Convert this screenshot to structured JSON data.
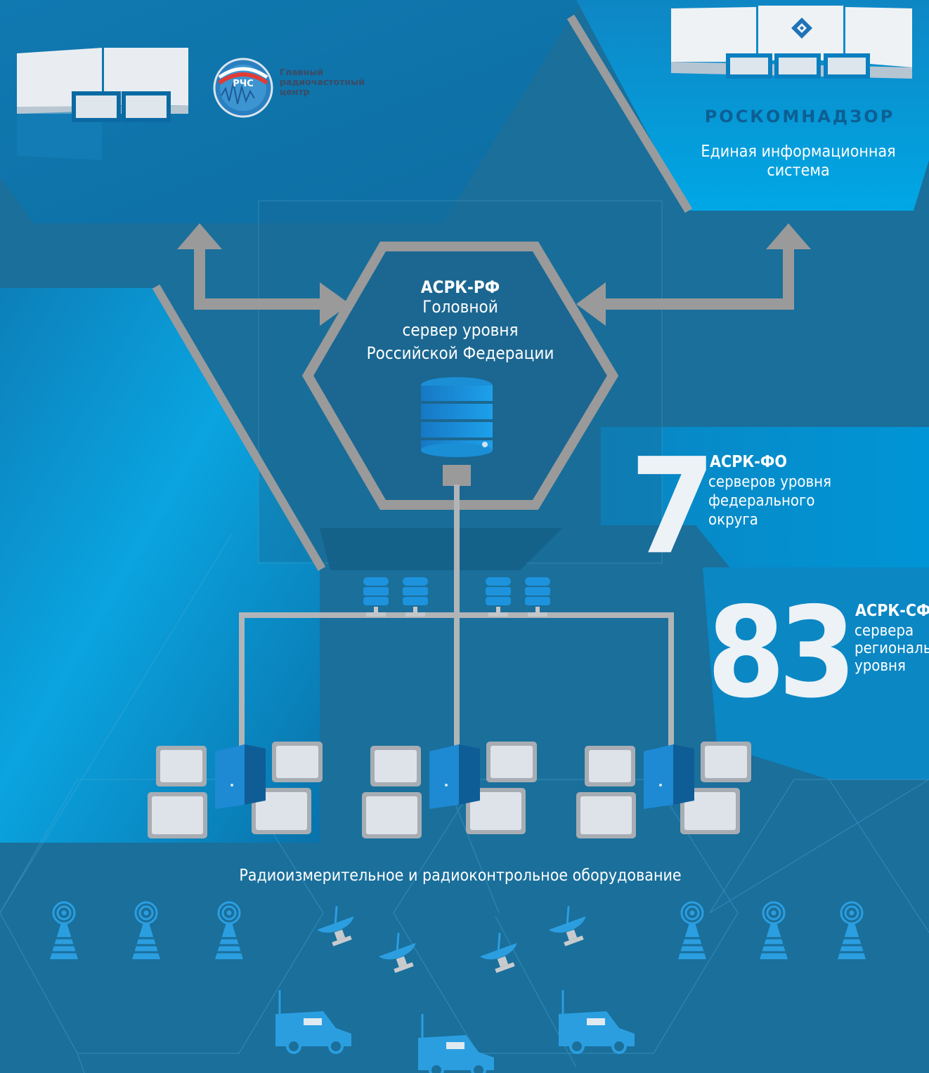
{
  "organizations": {
    "rchs": {
      "logo_text": "РЧС",
      "name_lines": [
        "Главный",
        "радиочастотный",
        "центр"
      ]
    },
    "roskomnadzor": {
      "name": "РОСКОМНАДЗОР",
      "system_lines": [
        "Единая информационная",
        "система"
      ]
    }
  },
  "central_server": {
    "title": "АСРК-РФ",
    "lines": [
      "Головной",
      "сервер уровня",
      "Российской Федерации"
    ]
  },
  "federal_level": {
    "count": "7",
    "title": "АСРК-ФО",
    "lines": [
      "серверов уровня",
      "федерального",
      "округа"
    ]
  },
  "regional_level": {
    "count": "83",
    "title": "АСРК-СФ",
    "lines": [
      "сервера",
      "регионального",
      "уровня"
    ]
  },
  "equipment_label": "Радиоизмерительное и радиоконтрольное оборудование",
  "icons": {
    "tower": "radio-tower-icon",
    "dish": "satellite-dish-icon",
    "van": "mobile-monitoring-van-icon",
    "db": "database-icon",
    "workstation": "workstation-icon",
    "logo": "roskomnadzor-logo-icon"
  },
  "colors": {
    "background": "#1a6f9b",
    "panel_light": "#00a5e3",
    "arrows": "#9a9a9a",
    "server_blue": "#1b8fd6",
    "tower_blue": "#2b9ee0",
    "roskomnadzor_text": "#0d5f93"
  }
}
